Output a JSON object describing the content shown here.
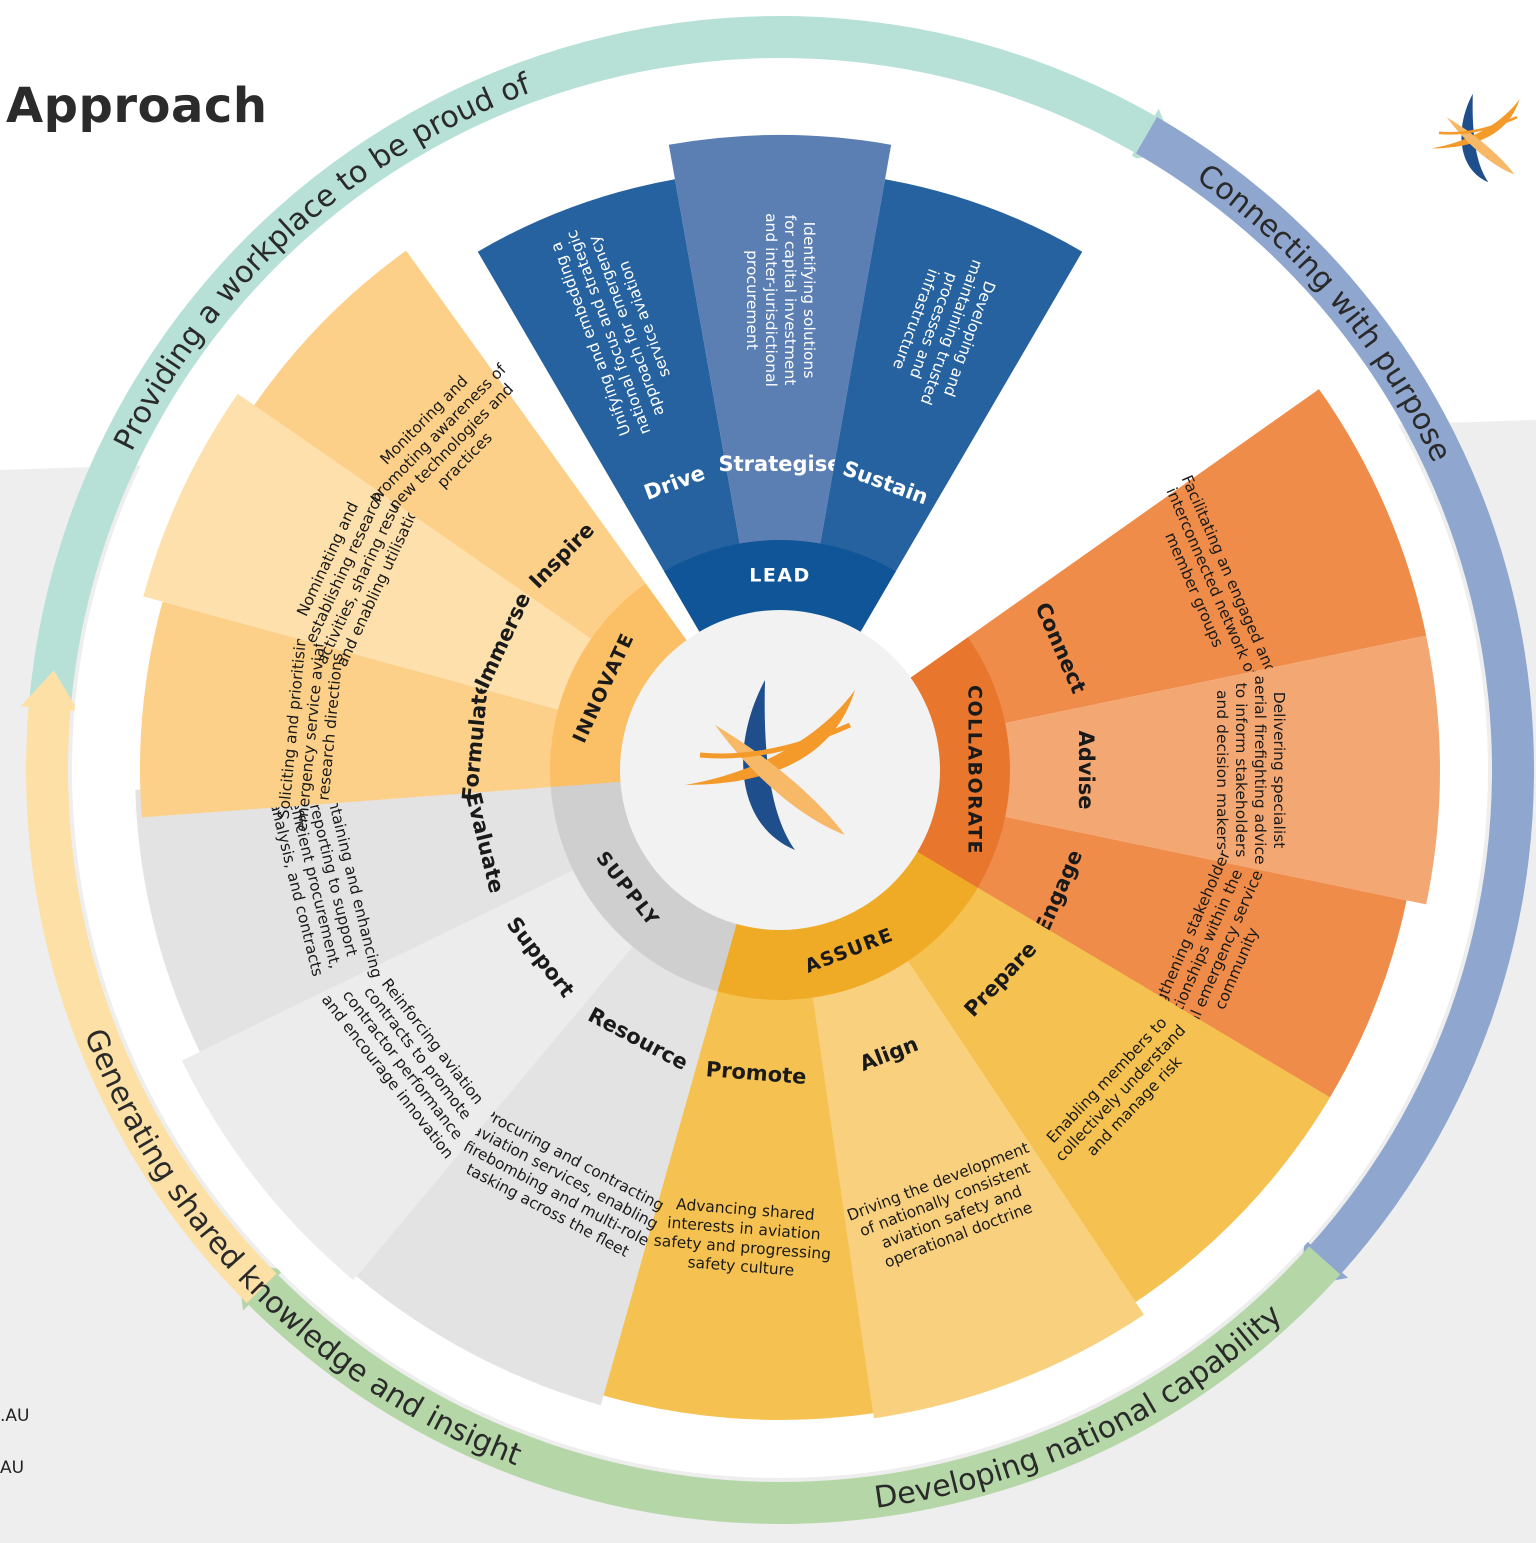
{
  "title": "Approach",
  "cut_off_text": [
    ".AU",
    "AU"
  ],
  "logo_icon": "stylised-aviation-swoosh-logo",
  "colors": {
    "teal": "#b7e0d7",
    "periwinkle": "#8fa6cf",
    "green": "#b5d7a8",
    "peach": "#fde0a6",
    "background_band": "#eeeeee"
  },
  "outer_ring": [
    {
      "text": "Providing a workplace to be proud of",
      "color": "#b7e0d7"
    },
    {
      "text": "Connecting with purpose",
      "color": "#8fa6cf"
    },
    {
      "text": "Developing national capability",
      "color": "#b5d7a8"
    },
    {
      "text": "Generating shared knowledge and insight",
      "color": "#fde0a6"
    }
  ],
  "pillars": [
    {
      "key": "lead",
      "name": "LEAD",
      "core_color": "#0f5597",
      "label_color": "#ffffff",
      "text_color": "#ffffff",
      "activities": [
        {
          "label": "Drive",
          "desc": [
            "Unifying and embedding a",
            "national focus and strategic",
            "approach for emergency",
            "service aviation"
          ],
          "color": "#26629f"
        },
        {
          "label": "Strategise",
          "desc": [
            "Identifying solutions",
            "for capital investment",
            "and inter-jurisdictional",
            "procurement"
          ],
          "color": "#5b7fb3"
        },
        {
          "label": "Sustain",
          "desc": [
            "Developing and",
            "maintaining trusted",
            "processes and",
            "infrastructure"
          ],
          "color": "#26629f"
        }
      ]
    },
    {
      "key": "collaborate",
      "name": "COLLABORATE",
      "core_color": "#e8762c",
      "label_color": "#1a1a1a",
      "text_color": "#1a1a1a",
      "activities": [
        {
          "label": "Connect",
          "desc": [
            "Facilitating an engaged and",
            "interconnected network of",
            "member groups"
          ],
          "color": "#ef8c4a"
        },
        {
          "label": "Advise",
          "desc": [
            "Delivering specialist",
            "aerial firefighting advice",
            "to inform stakeholders",
            "and decision makers"
          ],
          "color": "#f3a874"
        },
        {
          "label": "Engage",
          "desc": [
            "Strengthening stakeholder",
            "relationships within the",
            "aerial emergency service",
            "community"
          ],
          "color": "#ef8c4a"
        }
      ]
    },
    {
      "key": "assure",
      "name": "ASSURE",
      "core_color": "#f0ab26",
      "label_color": "#1a1a1a",
      "text_color": "#1a1a1a",
      "activities": [
        {
          "label": "Prepare",
          "desc": [
            "Enabling members to",
            "collectively understand",
            "and manage risk"
          ],
          "color": "#f5c251"
        },
        {
          "label": "Align",
          "desc": [
            "Driving the development",
            "of nationally consistent",
            "aviation safety and",
            "operational doctrine"
          ],
          "color": "#f8d07e"
        },
        {
          "label": "Promote",
          "desc": [
            "Advancing shared",
            "interests in aviation",
            "safety and progressing",
            "safety culture"
          ],
          "color": "#f5c251"
        }
      ]
    },
    {
      "key": "supply",
      "name": "SUPPLY",
      "core_color": "#cfcfcf",
      "label_color": "#1a1a1a",
      "text_color": "#1a1a1a",
      "activities": [
        {
          "label": "Resource",
          "desc": [
            "Procuring and contracting",
            "aviation services, enabling",
            "firebombing and multi-role",
            "tasking across the fleet"
          ],
          "color": "#e3e3e3"
        },
        {
          "label": "Support",
          "desc": [
            "Reinforcing aviation",
            "contracts to promote",
            "contractor performance",
            "and encourage innovation"
          ],
          "color": "#ececec"
        },
        {
          "label": "Evaluate",
          "desc": [
            "Maintaining and enhancing",
            "reporting to support",
            "efficient procurement,",
            "analysis, and contracts"
          ],
          "color": "#e3e3e3"
        }
      ]
    },
    {
      "key": "innovate",
      "name": "INNOVATE",
      "core_color": "#fbbf66",
      "label_color": "#1a1a1a",
      "text_color": "#1a1a1a",
      "activities": [
        {
          "label": "Formulate",
          "desc": [
            "Soliciting and prioritising",
            "emergency service aviation",
            "research directions"
          ],
          "color": "#fdd08a"
        },
        {
          "label": "Immerse",
          "desc": [
            "Nominating and",
            "establishing research",
            "activities, sharing results",
            "and enabling utilisation"
          ],
          "color": "#fee0ac"
        },
        {
          "label": "Inspire",
          "desc": [
            "Monitoring and",
            "promoting awareness of",
            "new technologies and",
            "practices"
          ],
          "color": "#fdd08a"
        }
      ]
    }
  ]
}
